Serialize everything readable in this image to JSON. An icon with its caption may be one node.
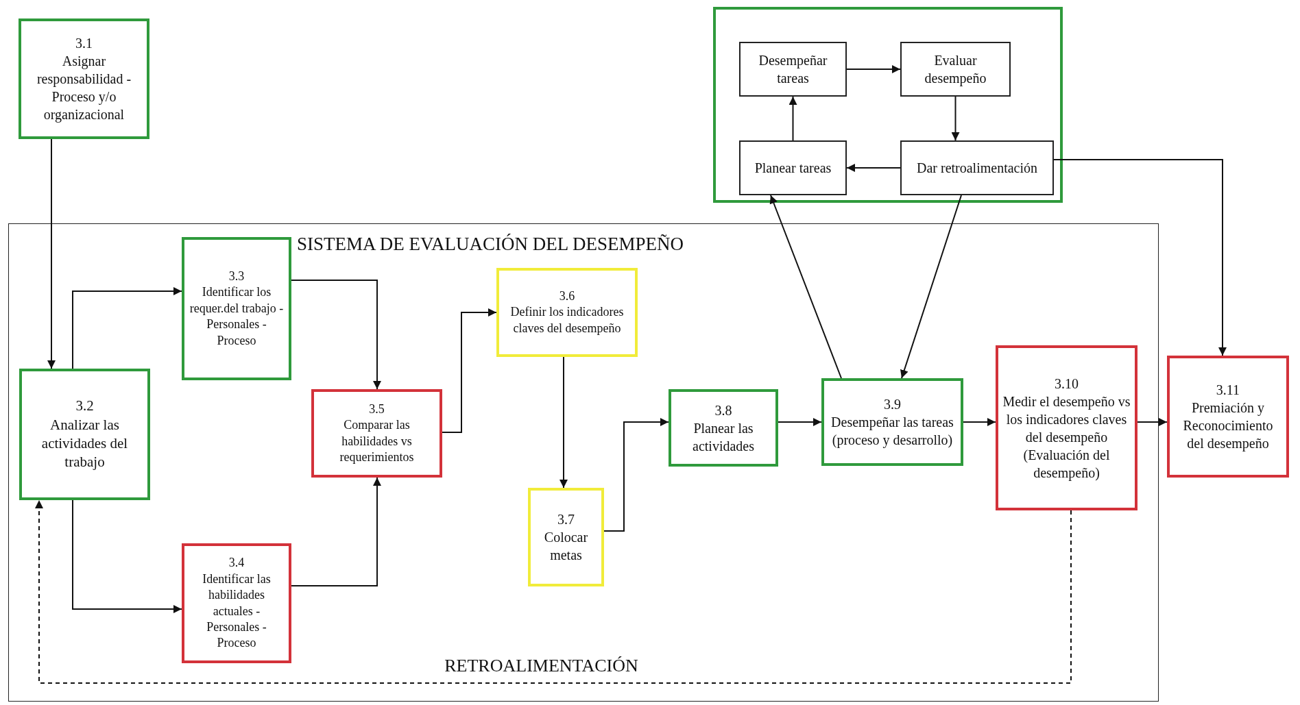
{
  "diagram": {
    "nodes": [
      {
        "text": [
          "3.1",
          "Asignar responsabilidad - Proceso y/o organizacional"
        ]
      },
      {
        "text": [],
        "shape": "box"
      },
      {
        "text": [
          "Desempeñar tareas"
        ],
        "in": 1
      },
      {
        "text": [
          "Evaluar desempeño"
        ],
        "in": 1
      },
      {
        "text": [
          "Planear tareas"
        ],
        "in": 1
      },
      {
        "text": [
          "Dar retroalimentación"
        ],
        "in": 1
      },
      {
        "text": [
          "SISTEMA DE EVALUACIÓN DEL DESEMPEÑO"
        ]
      },
      {
        "text": [
          "3.3",
          "Identificar los requer.del trabajo - Personales - Proceso"
        ],
        "in": 6
      },
      {
        "text": [
          "3.6",
          "Definir los indicadores claves del desempeño"
        ],
        "in": 6
      },
      {
        "text": [
          "3.2",
          "Analizar las actividades del trabajo"
        ],
        "in": 6
      },
      {
        "text": [
          "3.5",
          "Comparar las habilidades vs requerimientos"
        ],
        "in": 6
      },
      {
        "text": [
          "3.8",
          "Planear las actividades"
        ],
        "in": 6
      },
      {
        "text": [
          "3.9",
          "Desempeñar las tareas (proceso y desarrollo)"
        ],
        "in": 6
      },
      {
        "text": [
          "3.10",
          "Medir el desempeño vs los indicadores claves del desempeño (Evaluación del desempeño)"
        ],
        "in": 6
      },
      {
        "text": [
          "3.11",
          "Premiación y Reconocimiento del desempeño"
        ]
      },
      {
        "text": [
          "3.7",
          "Colocar metas"
        ],
        "in": 6
      },
      {
        "text": [
          "3.4",
          "Identificar las habilidades actuales - Personales - Proceso"
        ],
        "in": 6
      }
    ],
    "edges": [
      {
        "from": 0,
        "to": 9,
        "arrow": "to"
      },
      {
        "from": 2,
        "to": 3,
        "arrow": "to"
      },
      {
        "from": 3,
        "to": 5,
        "arrow": "to"
      },
      {
        "from": 5,
        "to": 4,
        "arrow": "to"
      },
      {
        "from": 4,
        "to": 2,
        "arrow": "to"
      },
      {
        "from": 9,
        "to": 7,
        "arrow": "to"
      },
      {
        "from": 9,
        "to": 16,
        "arrow": "to"
      },
      {
        "from": 7,
        "to": 10,
        "arrow": "to"
      },
      {
        "from": 16,
        "to": 10,
        "arrow": "to"
      },
      {
        "from": 10,
        "to": 8,
        "arrow": "to"
      },
      {
        "from": 8,
        "to": 15,
        "arrow": "to"
      },
      {
        "from": 15,
        "to": 11,
        "arrow": "to"
      },
      {
        "from": 11,
        "to": 12,
        "arrow": "to"
      },
      {
        "from": 12,
        "to": 13,
        "arrow": "to"
      },
      {
        "from": 13,
        "to": 14,
        "arrow": "to"
      },
      {
        "from": 12,
        "to": 4,
        "arrow": "to"
      },
      {
        "from": 5,
        "to": 12,
        "arrow": "to"
      },
      {
        "from": 5,
        "to": 14,
        "arrow": "to"
      },
      {
        "from": 13,
        "to": 9,
        "arrow": "to",
        "style": "dashed",
        "label": "RETROALIMENTACIÓN"
      }
    ]
  }
}
